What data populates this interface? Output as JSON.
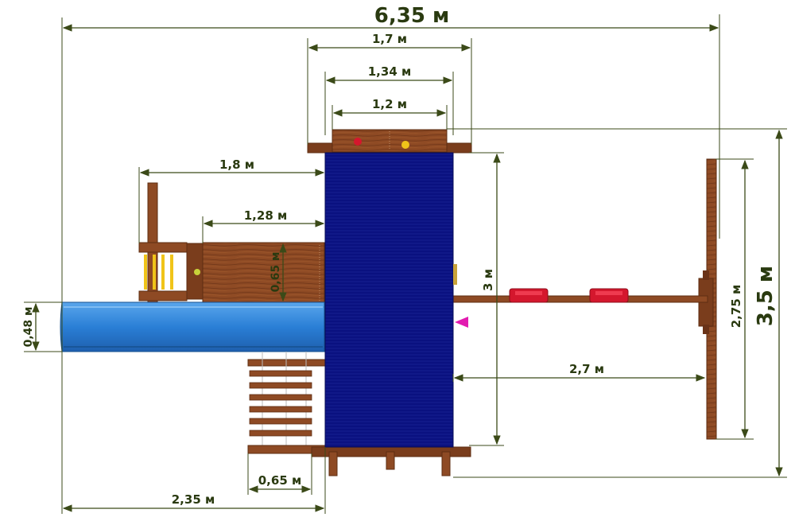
{
  "dimensions": {
    "overall_width": "6,35 м",
    "overall_depth": "3,5 м",
    "roof_outer": "1,7 м",
    "roof_middle": "1,34 м",
    "roof_inner": "1,2 м",
    "tower_depth": "3 м",
    "swing_beam_height": "2,75 м",
    "swing_beam_length": "2,7 м",
    "deck_outer": "1,8 м",
    "deck_inner": "1,28 м",
    "deck_width": "0,65 м",
    "slide_width": "0,48 м",
    "slide_length": "2,35 м",
    "ladder_width": "0,65 м"
  },
  "colors": {
    "wood": "#8e4a24",
    "wood_dark": "#5e2d12",
    "canopy": "#0a1180",
    "slide": "#2a7fd6",
    "swing_seat": "#d4172d",
    "rungs": "#f0c419",
    "flag": "#e21bb0",
    "dim_line": "#3b4a18"
  }
}
